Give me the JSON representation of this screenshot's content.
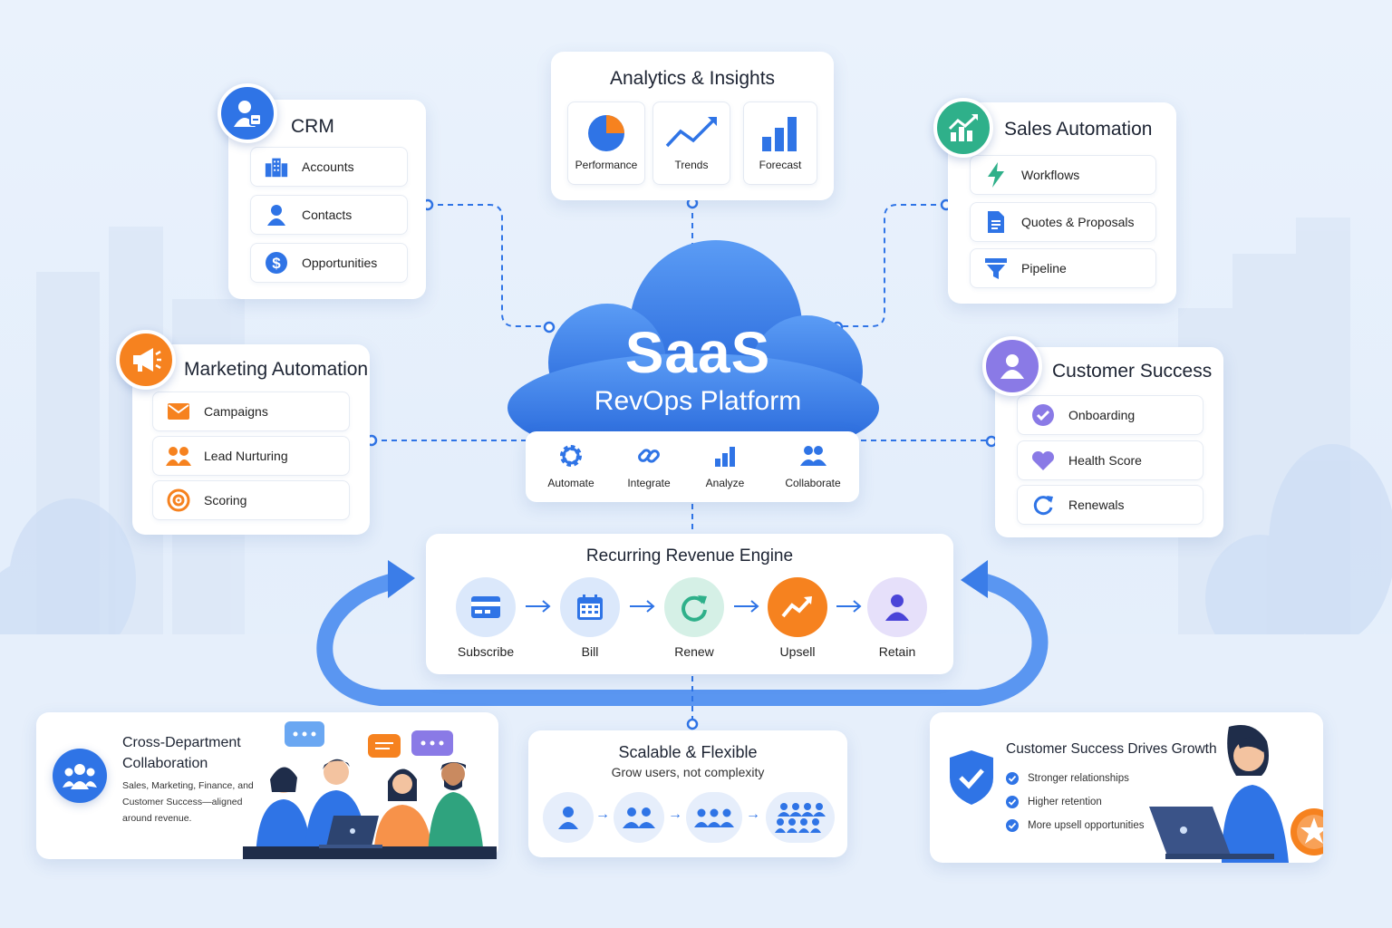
{
  "center": {
    "title": "SaaS",
    "subtitle": "RevOps Platform",
    "actions": [
      "Automate",
      "Integrate",
      "Analyze",
      "Collaborate"
    ]
  },
  "crm": {
    "title": "CRM",
    "items": [
      "Accounts",
      "Contacts",
      "Opportunities"
    ]
  },
  "analytics": {
    "title": "Analytics & Insights",
    "tiles": [
      "Performance",
      "Trends",
      "Forecast"
    ]
  },
  "sales": {
    "title": "Sales Automation",
    "items": [
      "Workflows",
      "Quotes & Proposals",
      "Pipeline"
    ]
  },
  "marketing": {
    "title": "Marketing Automation",
    "items": [
      "Campaigns",
      "Lead Nurturing",
      "Scoring"
    ]
  },
  "success": {
    "title": "Customer Success",
    "items": [
      "Onboarding",
      "Health Score",
      "Renewals"
    ]
  },
  "engine": {
    "title": "Recurring Revenue Engine",
    "steps": [
      "Subscribe",
      "Bill",
      "Renew",
      "Upsell",
      "Retain"
    ]
  },
  "collab": {
    "title_line1": "Cross-Department",
    "title_line2": "Collaboration",
    "desc_line1": "Sales, Marketing, Finance, and",
    "desc_line2": "Customer Success—aligned",
    "desc_line3": "around revenue."
  },
  "scalable": {
    "title": "Scalable & Flexible",
    "subtitle": "Grow users, not complexity"
  },
  "growth": {
    "title": "Customer Success Drives Growth",
    "items": [
      "Stronger relationships",
      "Higher retention",
      "More upsell opportunities"
    ]
  },
  "colors": {
    "primary": "#2f74e6",
    "orange": "#f6821f",
    "teal": "#2fb08a",
    "purple": "#8a7ae6"
  }
}
